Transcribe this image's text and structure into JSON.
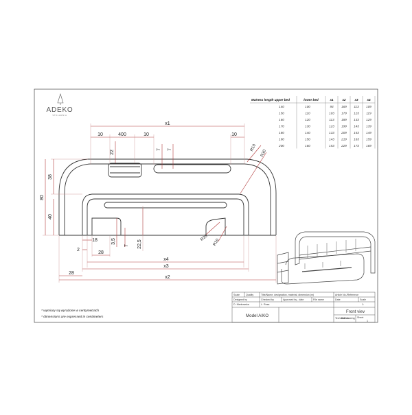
{
  "brand": {
    "name": "ADEKO",
    "tagline": "STOLARNIA"
  },
  "dimensions": {
    "x1": "x1",
    "w400": "400",
    "w10a": "10",
    "w10b": "10",
    "w10c": "10",
    "h22": "22",
    "h7a": "7",
    "h7b": "7",
    "r10": "R10",
    "r30": "R30",
    "h38": "38",
    "h80": "80",
    "h40": "40",
    "h18": "18",
    "h35": "3,5",
    "h7c": "7",
    "h225": "22,5",
    "r35": "R35",
    "r10b": "R10",
    "w2": "2",
    "w28a": "28",
    "x4": "x4",
    "x3": "x3",
    "w28b": "28",
    "x2": "x2"
  },
  "table": {
    "headers": [
      "Matress length upper bed",
      "lower bed",
      "x1",
      "x2",
      "x3",
      "x4"
    ],
    "rows": [
      [
        "140",
        "100",
        "93",
        "169",
        "113",
        "109"
      ],
      [
        "150",
        "110",
        "103",
        "179",
        "123",
        "119"
      ],
      [
        "160",
        "120",
        "113",
        "189",
        "133",
        "129"
      ],
      [
        "170",
        "130",
        "123",
        "199",
        "143",
        "139"
      ],
      [
        "180",
        "140",
        "133",
        "209",
        "153",
        "149"
      ],
      [
        "190",
        "150",
        "143",
        "219",
        "163",
        "159"
      ],
      [
        "200",
        "160",
        "153",
        "229",
        "173",
        "169"
      ]
    ]
  },
  "notes": [
    "* wymiary są wyrażone w centymetrach",
    "* dimensions are expressed in centimeters"
  ],
  "titleblock": {
    "scale": "Scale",
    "quality": "Quality",
    "title_name": "Title/Name, designation, material, dimension (m)",
    "article": "Article No./Reference",
    "designed_by": "Designed by",
    "designer": "D. Markowska",
    "checked_by": "Checked by",
    "checker": "L. Rosa",
    "approved_by": "Approved by - date",
    "file_name": "File name",
    "date": "Date",
    "scale2": "Scale",
    "scale_val": "1:",
    "model": "Model   AIKO",
    "view": "Front viev",
    "technical": "Technical drawing",
    "edition": "Edition",
    "sheet": "Sheet",
    "sheet_val": "1"
  }
}
